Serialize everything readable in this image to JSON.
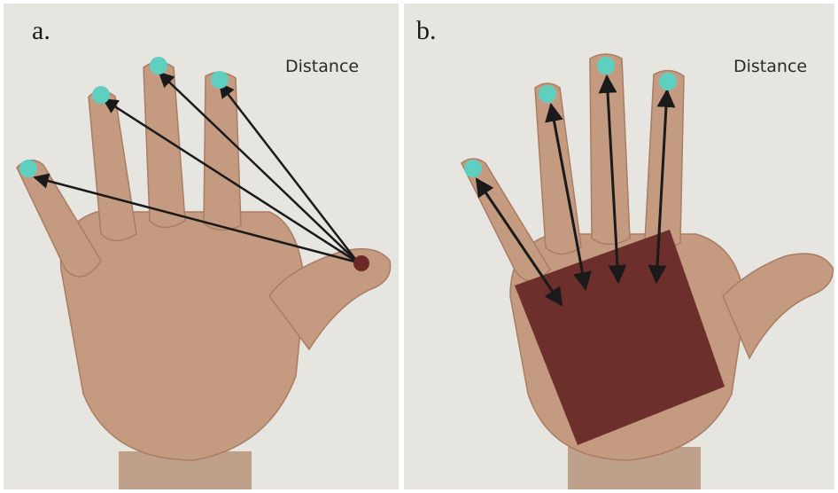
{
  "panels": {
    "a": {
      "label": "a.",
      "caption": "Distance"
    },
    "b": {
      "label": "b.",
      "caption": "Distance"
    }
  },
  "colors": {
    "background": "#e7e5e0",
    "skin": "#c49a80",
    "fingertip_marker": "#5fd0c0",
    "reference_marker": "#6b2a26",
    "palm_pad": "#6d2f2b",
    "arrow": "#1a1a1a"
  }
}
